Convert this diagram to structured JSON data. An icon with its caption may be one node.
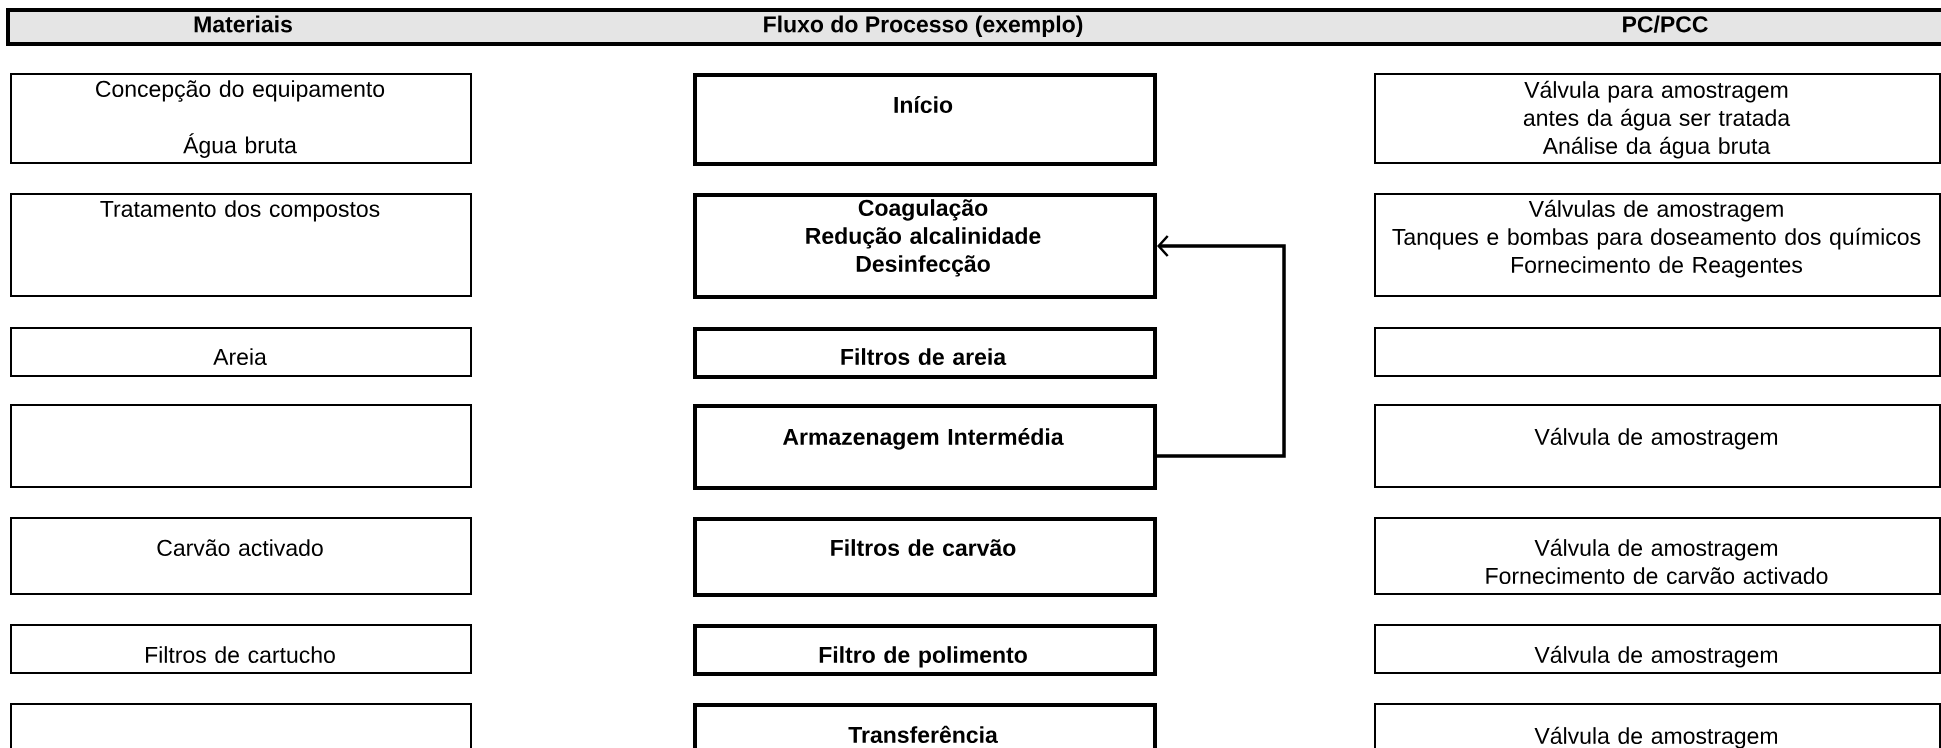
{
  "diagram": {
    "nodes": [
      {
        "text": [
          "Materiais",
          "Fluxo do Processo (exemplo)",
          "PC/PCC"
        ]
      },
      {
        "text": [
          "Concepção do equipamento",
          "Água bruta"
        ]
      },
      {
        "text": [
          "Início"
        ]
      },
      {
        "text": [
          "Válvula para amostragem antes da água ser tratada",
          "Análise da água bruta"
        ]
      },
      {
        "text": [
          "Tratamento dos compostos"
        ]
      },
      {
        "text": [
          "Coagulação",
          "Redução alcalinidade",
          "Desinfecção"
        ]
      },
      {
        "text": [
          "Válvulas de amostragem",
          "Tanques e bombas para doseamento dos químicos",
          "Fornecimento de Reagentes"
        ]
      },
      {
        "text": [
          "Areia"
        ]
      },
      {
        "text": [
          "Filtros de areia"
        ]
      },
      {
        "text": [],
        "shape": "box"
      },
      {
        "text": [],
        "shape": "box"
      },
      {
        "text": [
          "Armazenagem Intermédia"
        ]
      },
      {
        "text": [
          "Válvula de amostragem"
        ]
      },
      {
        "text": [
          "Carvão activado"
        ]
      },
      {
        "text": [
          "Filtros de carvão"
        ]
      },
      {
        "text": [
          "Válvula de amostragem",
          "Fornecimento de carvão activado"
        ]
      },
      {
        "text": [
          "Filtros de cartucho"
        ]
      },
      {
        "text": [
          "Filtro de polimento"
        ]
      },
      {
        "text": [
          "Válvula de amostragem"
        ]
      },
      {
        "text": [],
        "shape": "box"
      },
      {
        "text": [
          "Transferência"
        ]
      },
      {
        "text": [
          "Válvula de amostragem"
        ]
      }
    ],
    "edges": [
      {
        "from": 11,
        "to": 5,
        "arrow": "to"
      }
    ]
  }
}
